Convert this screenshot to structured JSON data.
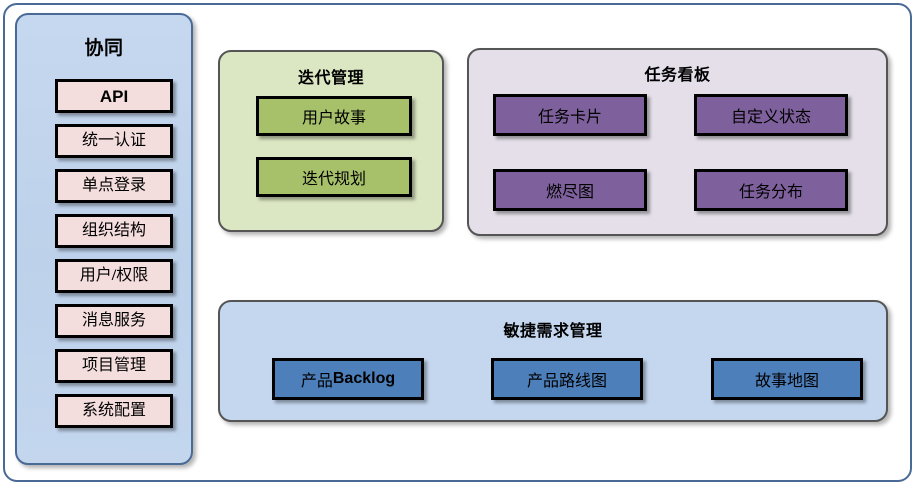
{
  "diagram": {
    "sidebar": {
      "title": "协同",
      "items": [
        {
          "label": "API",
          "emphasis": true
        },
        {
          "label": "统一认证",
          "emphasis": false
        },
        {
          "label": "单点登录",
          "emphasis": false
        },
        {
          "label": "组织结构",
          "emphasis": false
        },
        {
          "label": "用户/权限",
          "emphasis": false
        },
        {
          "label": "消息服务",
          "emphasis": false
        },
        {
          "label": "项目管理",
          "emphasis": false
        },
        {
          "label": "系统配置",
          "emphasis": false
        }
      ],
      "colors": {
        "fill": "#c3d6ee",
        "border": "#4a6a96",
        "item_fill": "#f3dedd"
      }
    },
    "iteration": {
      "title": "迭代管理",
      "items": [
        {
          "label": "用户故事"
        },
        {
          "label": "迭代规划"
        }
      ],
      "colors": {
        "fill": "#dbe6c2",
        "item_fill": "#a7c06a",
        "border": "#555555"
      }
    },
    "taskboard": {
      "title": "任务看板",
      "items": [
        {
          "label": "任务卡片"
        },
        {
          "label": "自定义状态"
        },
        {
          "label": "燃尽图"
        },
        {
          "label": "任务分布"
        }
      ],
      "colors": {
        "fill": "#e4dfe9",
        "item_fill": "#7e619c",
        "border": "#555555"
      }
    },
    "agile": {
      "title": "敏捷需求管理",
      "items": [
        {
          "label": "产品Backlog"
        },
        {
          "label": "产品路线图"
        },
        {
          "label": "故事地图"
        }
      ],
      "colors": {
        "fill": "#c4d7ef",
        "item_fill": "#4d7fbb",
        "border": "#555555"
      }
    }
  }
}
